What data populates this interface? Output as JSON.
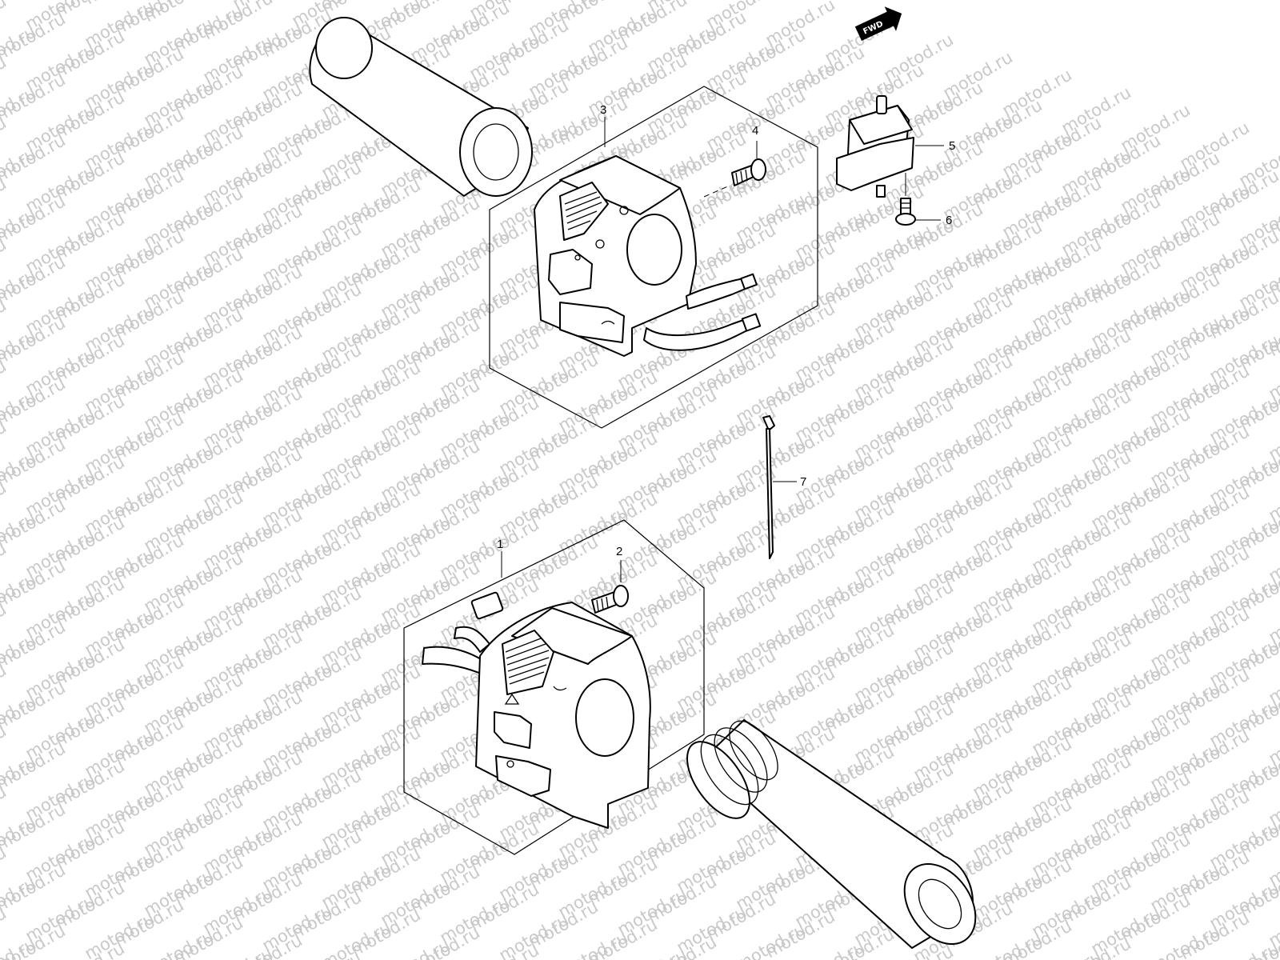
{
  "watermark": "motod.ru",
  "fwd_label": "FWD",
  "callouts": {
    "c1": "1",
    "c2": "2",
    "c3": "3",
    "c4": "4",
    "c5": "5",
    "c6": "6",
    "c7": "7"
  },
  "colors": {
    "line": "#000000",
    "background": "#ffffff",
    "watermark": "#c9c9c9"
  }
}
